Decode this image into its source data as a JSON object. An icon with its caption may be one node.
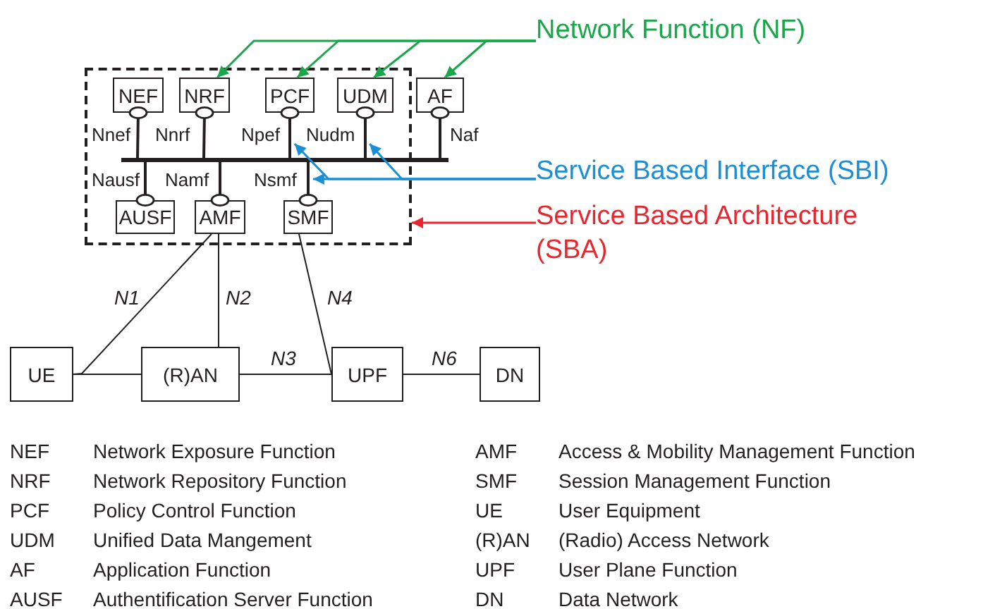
{
  "diagram": {
    "nodes": [
      {
        "text": [],
        "shape": "box"
      },
      {
        "text": [
          "NEF"
        ],
        "in": 0
      },
      {
        "text": [
          "NRF"
        ],
        "in": 0
      },
      {
        "text": [
          "PCF"
        ],
        "in": 0
      },
      {
        "text": [
          "UDM"
        ],
        "in": 0
      },
      {
        "text": [
          "AF"
        ]
      },
      {
        "text": [
          "AUSF"
        ],
        "in": 0
      },
      {
        "text": [
          "AMF"
        ],
        "in": 0
      },
      {
        "text": [
          "SMF"
        ],
        "in": 0
      },
      {
        "text": [
          "UE"
        ]
      },
      {
        "text": [
          "(R)AN"
        ]
      },
      {
        "text": [
          "UPF"
        ]
      },
      {
        "text": [
          "DN"
        ]
      },
      {
        "text": [],
        "shape": "bar"
      },
      {
        "text": [
          "Network Function (NF)"
        ]
      },
      {
        "text": [
          "Service Based Interface (SBI)"
        ]
      },
      {
        "text": [
          "Service Based Architecture (SBA)"
        ]
      }
    ],
    "edges": [
      {
        "from": 1,
        "to": 13,
        "arrow": "other",
        "label": "Nnef"
      },
      {
        "from": 2,
        "to": 13,
        "arrow": "other",
        "label": "Nnrf"
      },
      {
        "from": 3,
        "to": 13,
        "arrow": "other",
        "label": "Npef"
      },
      {
        "from": 4,
        "to": 13,
        "arrow": "other",
        "label": "Nudm"
      },
      {
        "from": 5,
        "to": 13,
        "arrow": "other",
        "label": "Naf"
      },
      {
        "from": 6,
        "to": 13,
        "arrow": "other",
        "label": "Nausf"
      },
      {
        "from": 7,
        "to": 13,
        "arrow": "other",
        "label": "Namf"
      },
      {
        "from": 8,
        "to": 13,
        "arrow": "other",
        "label": "Nsmf"
      },
      {
        "from": 14,
        "to": 2,
        "arrow": "to",
        "color": "#1aa64b"
      },
      {
        "from": 14,
        "to": 3,
        "arrow": "to",
        "color": "#1aa64b"
      },
      {
        "from": 14,
        "to": 4,
        "arrow": "to",
        "color": "#1aa64b"
      },
      {
        "from": 14,
        "to": 5,
        "arrow": "to",
        "color": "#1aa64b"
      },
      {
        "from": 15,
        "to": 13,
        "arrow": "to",
        "color": "#1a8fd6"
      },
      {
        "from": 15,
        "to": 13,
        "arrow": "to",
        "color": "#1a8fd6"
      },
      {
        "from": 15,
        "to": 13,
        "arrow": "to",
        "color": "#1a8fd6"
      },
      {
        "from": 16,
        "to": 0,
        "arrow": "to",
        "color": "#e8262d"
      },
      {
        "from": 7,
        "to": 9,
        "arrow": "none",
        "label": "N1"
      },
      {
        "from": 7,
        "to": 10,
        "arrow": "none",
        "label": "N2"
      },
      {
        "from": 8,
        "to": 11,
        "arrow": "none",
        "label": "N4"
      },
      {
        "from": 9,
        "to": 10,
        "arrow": "none"
      },
      {
        "from": 10,
        "to": 11,
        "arrow": "none",
        "label": "N3"
      },
      {
        "from": 11,
        "to": 12,
        "arrow": "none",
        "label": "N6"
      }
    ],
    "labels": [
      "NEF",
      "Network Exposure Function",
      "AMF",
      "Access & Mobility Management Function",
      "NRF",
      "Network Repository Function",
      "SMF",
      "Session Management Function",
      "PCF",
      "Policy Control Function",
      "UE",
      "User Equipment",
      "UDM",
      "Unified Data Mangement",
      "(R)AN",
      "(Radio) Access Network",
      "AF",
      "Application Function",
      "UPF",
      "User Plane Function",
      "AUSF",
      "Authentification Server Function",
      "DN",
      "Data Network"
    ]
  }
}
